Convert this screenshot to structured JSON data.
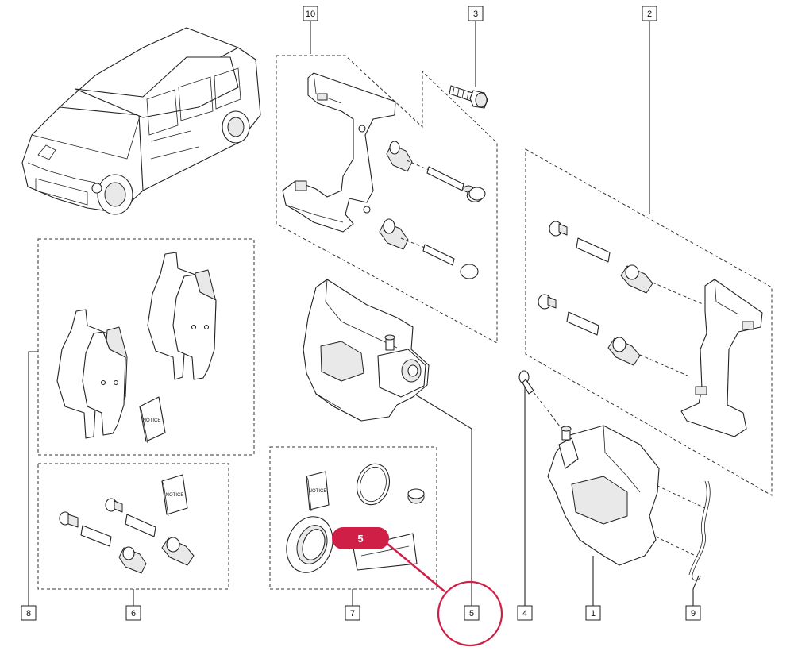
{
  "callouts": [
    {
      "id": "10",
      "label": "10"
    },
    {
      "id": "3",
      "label": "3"
    },
    {
      "id": "2",
      "label": "2"
    },
    {
      "id": "8",
      "label": "8"
    },
    {
      "id": "6",
      "label": "6"
    },
    {
      "id": "7",
      "label": "7"
    },
    {
      "id": "5",
      "label": "5"
    },
    {
      "id": "4",
      "label": "4"
    },
    {
      "id": "1",
      "label": "1"
    },
    {
      "id": "9",
      "label": "9"
    }
  ],
  "notice_label": "NOTICE",
  "highlight": {
    "label": "5",
    "color": "#d01f47"
  },
  "colors": {
    "line": "#222222",
    "highlight": "#d01f47",
    "background": "#ffffff"
  }
}
